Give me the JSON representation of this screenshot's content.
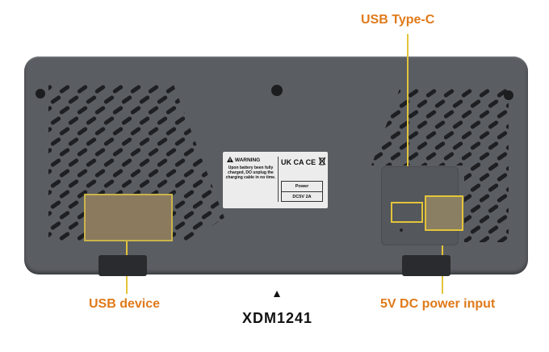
{
  "callouts": {
    "usb_type_c": "USB Type-C",
    "usb_device": "USB device",
    "dc_power": "5V DC power input"
  },
  "model": "XDM1241",
  "sticker": {
    "warning_title": "WARNING",
    "warning_text": "Upon battery been fully charged, DO unplug the charging cable in no time.",
    "marks": "UK CA CE",
    "power_label": "Power",
    "power_rating": "DC5V 2A"
  },
  "colors": {
    "accent": "#e07a1a",
    "highlight": "#e3c43a",
    "body": "#5a5d62",
    "vents": "#1e1f22"
  },
  "icons": [
    "warning-icon",
    "recycle-bin-icon",
    "up-triangle-icon"
  ]
}
